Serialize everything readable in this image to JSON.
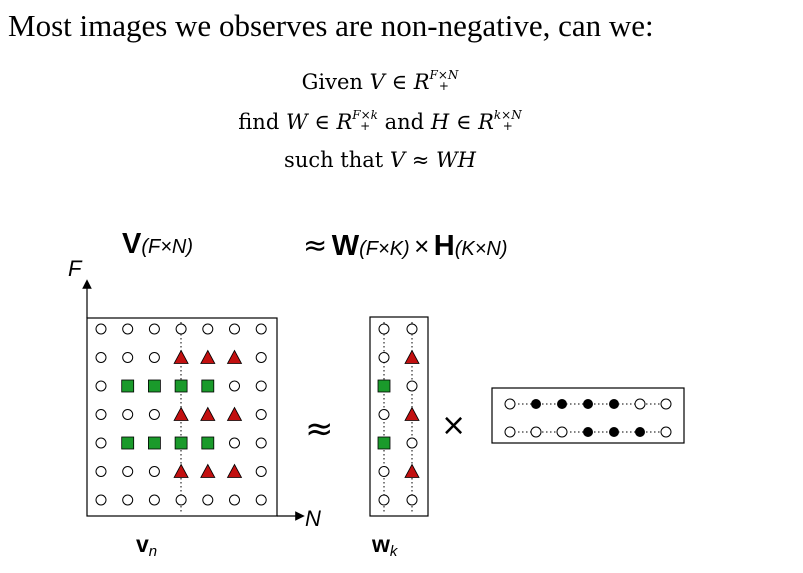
{
  "headline": "Most images we observes are non-negative, can we:",
  "formula": {
    "line1": {
      "given": "Given",
      "var": "V",
      "in": "∈",
      "set": "R",
      "sup": "F×N",
      "sub": "+"
    },
    "line2": {
      "find": "find",
      "var1": "W",
      "in1": "∈",
      "set1": "R",
      "sup1": "F×k",
      "sub1": "+",
      "and": "and",
      "var2": "H",
      "in2": "∈",
      "set2": "R",
      "sup2": "k×N",
      "sub2": "+"
    },
    "line3": {
      "such": "such that",
      "expr": "V ≈ WH"
    }
  },
  "equation_labels": {
    "v_matrix": "V",
    "v_dims": "(F×N)",
    "approx": "≈",
    "w_matrix": "W",
    "w_dims": "(F×K)",
    "times": "×",
    "h_matrix": "H",
    "h_dims": "(K×N)"
  },
  "figure": {
    "axis_f": "F",
    "axis_n": "N",
    "approx_symbol": "≈",
    "times_symbol": "×",
    "vn_label": "v",
    "vn_sub": "n",
    "wk_label": "w",
    "wk_sub": "k",
    "colors": {
      "square": "#1a9a2b",
      "triangle": "#c21010",
      "filled": "#000000",
      "hollow": "#ffffff"
    },
    "v_grid": [
      [
        "o",
        "o",
        "o",
        "o",
        "o",
        "o",
        "o"
      ],
      [
        "o",
        "o",
        "o",
        "t",
        "t",
        "t",
        "o"
      ],
      [
        "o",
        "s",
        "s",
        "s",
        "s",
        "o",
        "o"
      ],
      [
        "o",
        "o",
        "o",
        "t",
        "t",
        "t",
        "o"
      ],
      [
        "o",
        "s",
        "s",
        "s",
        "s",
        "o",
        "o"
      ],
      [
        "o",
        "o",
        "o",
        "t",
        "t",
        "t",
        "o"
      ],
      [
        "o",
        "o",
        "o",
        "o",
        "o",
        "o",
        "o"
      ]
    ],
    "w_grid": [
      [
        "o",
        "o"
      ],
      [
        "o",
        "t"
      ],
      [
        "s",
        "o"
      ],
      [
        "o",
        "t"
      ],
      [
        "s",
        "o"
      ],
      [
        "o",
        "t"
      ],
      [
        "o",
        "o"
      ]
    ],
    "h_grid": [
      [
        "o",
        "f",
        "f",
        "f",
        "f",
        "o",
        "o"
      ],
      [
        "o",
        "o",
        "o",
        "f",
        "f",
        "f",
        "o"
      ]
    ]
  }
}
